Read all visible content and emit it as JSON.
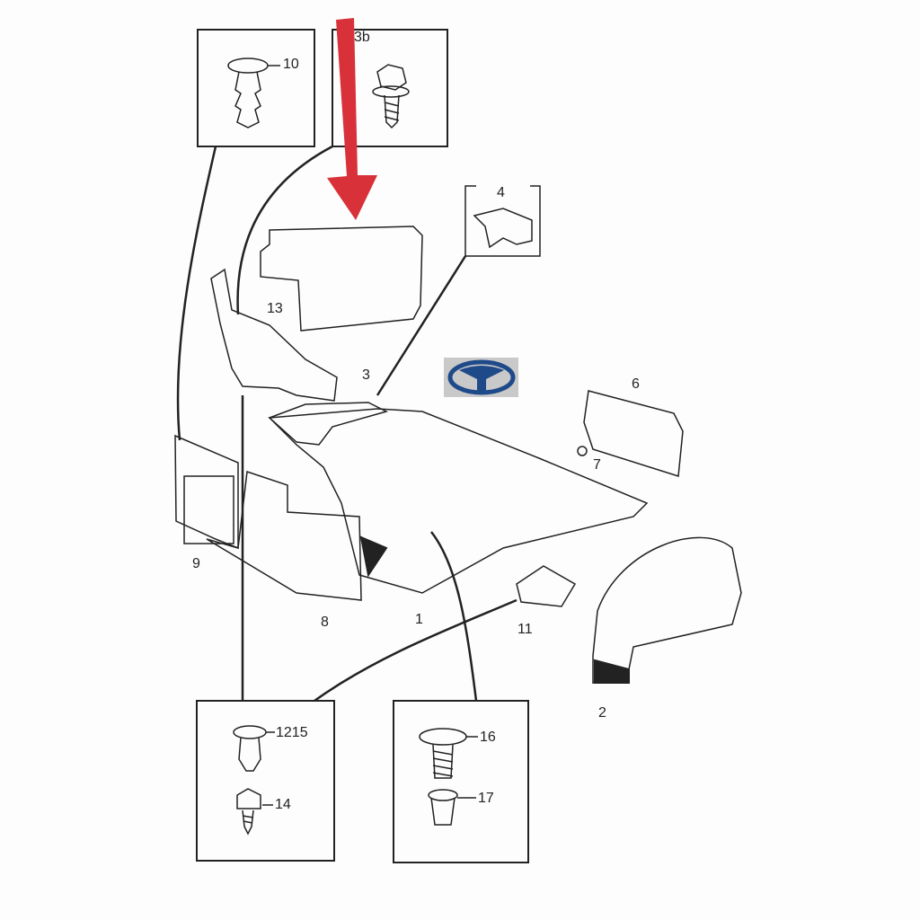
{
  "title": "Trunk / luggage compartment lining parts diagram",
  "labels": {
    "p1": "1",
    "p2": "2",
    "p3": "3",
    "p3b": "3b",
    "p4": "4",
    "p6": "6",
    "p7": "7",
    "p8": "8",
    "p9": "9",
    "p10": "10",
    "p11": "11",
    "p1215": "1215",
    "p13": "13",
    "p14": "14",
    "p16": "16",
    "p17": "17"
  },
  "colors": {
    "arrow": "#d8313a",
    "logo_blue": "#1f4a8a",
    "logo_bg": "#c9c9c9",
    "line": "#222222"
  }
}
